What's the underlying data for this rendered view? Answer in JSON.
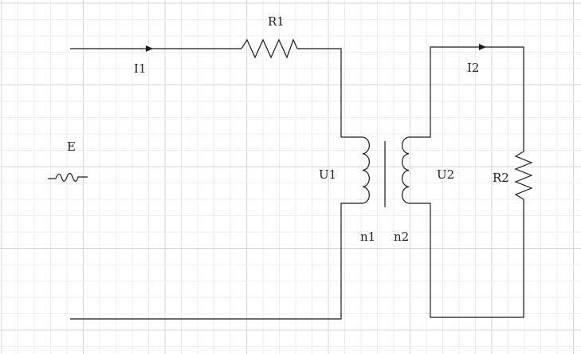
{
  "colors": {
    "background": "#ffffff",
    "grid_minor": "#ececec",
    "grid_major": "#d6d6d6",
    "wire": "#1a1a1a",
    "label": "#222222"
  },
  "grid": {
    "visible": true
  },
  "labels": {
    "r1": "R1",
    "i1": "I1",
    "e": "E",
    "u1": "U1",
    "n1": "n1",
    "n2": "n2",
    "u2": "U2",
    "r2": "R2",
    "i2": "I2"
  },
  "components": {
    "source": {
      "icon": "ac-source-symbol"
    },
    "r1": {
      "icon": "resistor-zigzag"
    },
    "r2": {
      "icon": "resistor-zigzag"
    },
    "transformer": {
      "icon": "transformer-coils"
    }
  }
}
